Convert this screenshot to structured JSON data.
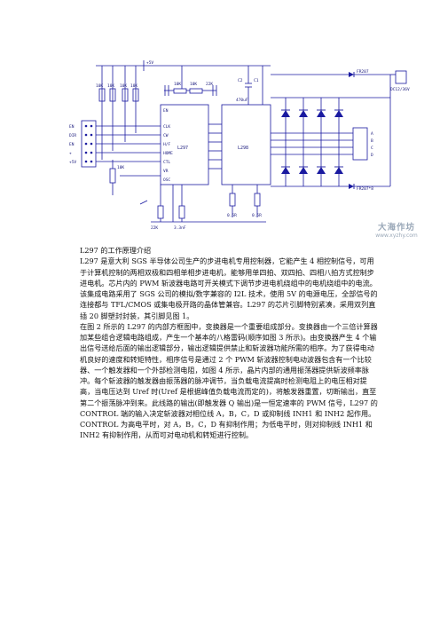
{
  "schematic": {
    "vcc_label": "+5V",
    "inputs": [
      "EN",
      "DIR",
      "EN",
      "+",
      "+5V"
    ],
    "res_labels": [
      "10K",
      "10K",
      "10K",
      "10K",
      "10K",
      "10K",
      "22K"
    ],
    "cap_labels": [
      "C2",
      "C1",
      "470uF"
    ],
    "pot_label": "10K",
    "chip1": {
      "name": "L297",
      "pins_left": [
        "EN",
        "CLK",
        "CW",
        "H/F",
        "HOME",
        "CTL",
        "VR",
        "OSC"
      ]
    },
    "chip2": {
      "name": "L298"
    },
    "sense_labels": [
      "0.5R",
      "0.5R"
    ],
    "bottom_res": [
      "22K",
      "3.3nF"
    ],
    "top_diode": "FR207",
    "bot_diode": "FR207*8",
    "top_conn": "DC12/36V",
    "motor_pins": [
      "A",
      "B",
      "C",
      "D"
    ]
  },
  "watermark": {
    "title": "大海作坊",
    "url": "www.xyzhy.com"
  },
  "article": {
    "heading": "L297 的工作原理介绍",
    "p1": "L297 是意大利 SGS 半导体公司生产的步进电机专用控制器，它能产生 4 相控制信号，可用于计算机控制的两相双极和四相单相步进电机，能够用单四拍、双四拍、四相八拍方式控制步进电机。芯片内的 PWM 斩波器电路可开关模式下调节步进电机绕组中的电机绕组中的电流。该集成电路采用了 SGS 公司的模拟/数字兼容的 I2L 技术，使用 5V 的电源电压，全部信号的连接都与 TFL/CMOS 或集电极开路的晶体管兼容。L297 的芯片引脚特别紧凑，采用双列直插 20 脚塑封封装，其引脚见图 1。",
    "p2": "在图 2 所示的 L297 的内部方框图中，变换器是一个重要组成部分。变换器由一个三倍计算器加某些组合逻辑电路组成，产生一个基本的八格雷码(顺序如图 3 所示)。由变换器产生 4 个输出信号送给后面的输出逻辑部分，输出逻辑提供禁止和斩波器功能所需的相序。为了获得电动机良好的速度和转矩特性，相序信号是通过 2 个 PWM 斩波器控制电动波器包含有一个比较器、一个触发器和一个外部检测电阻，如图 4 所示，晶片内部的通用振荡器提供斩波频率脉冲。每个斩波器的触发器由振荡器的脉冲调节，当负载电流提高时检测电阻上的电压相对提高，当电压达到 Uref 时(Uref 是根据峰值负载电流而定的)，将触发器重置，切断输出，直至第二个振荡脉冲到来。此线路的输出(即触发器 Q 输出)是一恒定速率的 PWM 信号，L297 的 CONTROL 端的输入决定斩波器对相位线 A，B，C，D 或抑制线 INH1 和 INH2 起作用。CONTROL 为高电平时，对 A，B，C，D 有抑制作用；为低电平时，则对抑制线 INH1 和 INH2 有抑制作用，从而可对电动机和转矩进行控制。"
  }
}
